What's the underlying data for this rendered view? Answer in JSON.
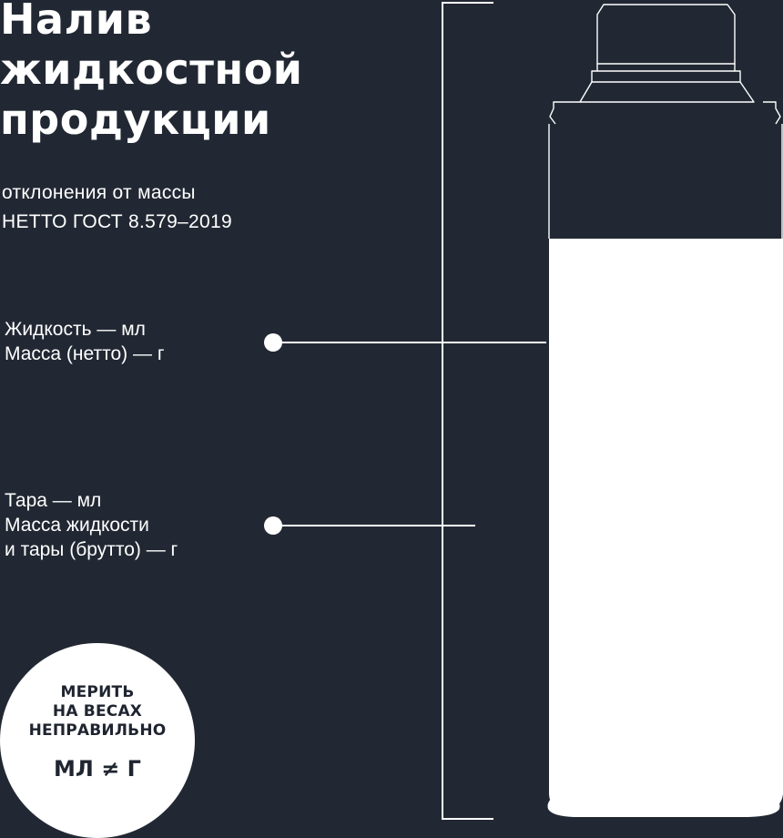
{
  "title": {
    "lines": [
      "Налив",
      "жидкостной",
      "продукции"
    ]
  },
  "subtitle": {
    "lines": [
      "отклонения от массы",
      "НЕТТО ГОСТ 8.579–2019"
    ]
  },
  "labels": [
    {
      "lines": [
        "Жидкость — мл",
        "Масса (нетто) — г"
      ]
    },
    {
      "lines": [
        "Тара — мл",
        "Масса жидкости",
        "и тары (брутто) — г"
      ]
    }
  ],
  "badge": {
    "lines": [
      "МЕРИТЬ",
      "НА ВЕСАХ",
      "НЕПРАВИЛЬНО"
    ],
    "formula": "МЛ ≠ Г"
  },
  "colors": {
    "background": "#222833",
    "foreground": "#ffffff",
    "badge_text": "#1f2530"
  },
  "illustration": {
    "subject": "bottle-icon",
    "fill_level": 0.71
  }
}
